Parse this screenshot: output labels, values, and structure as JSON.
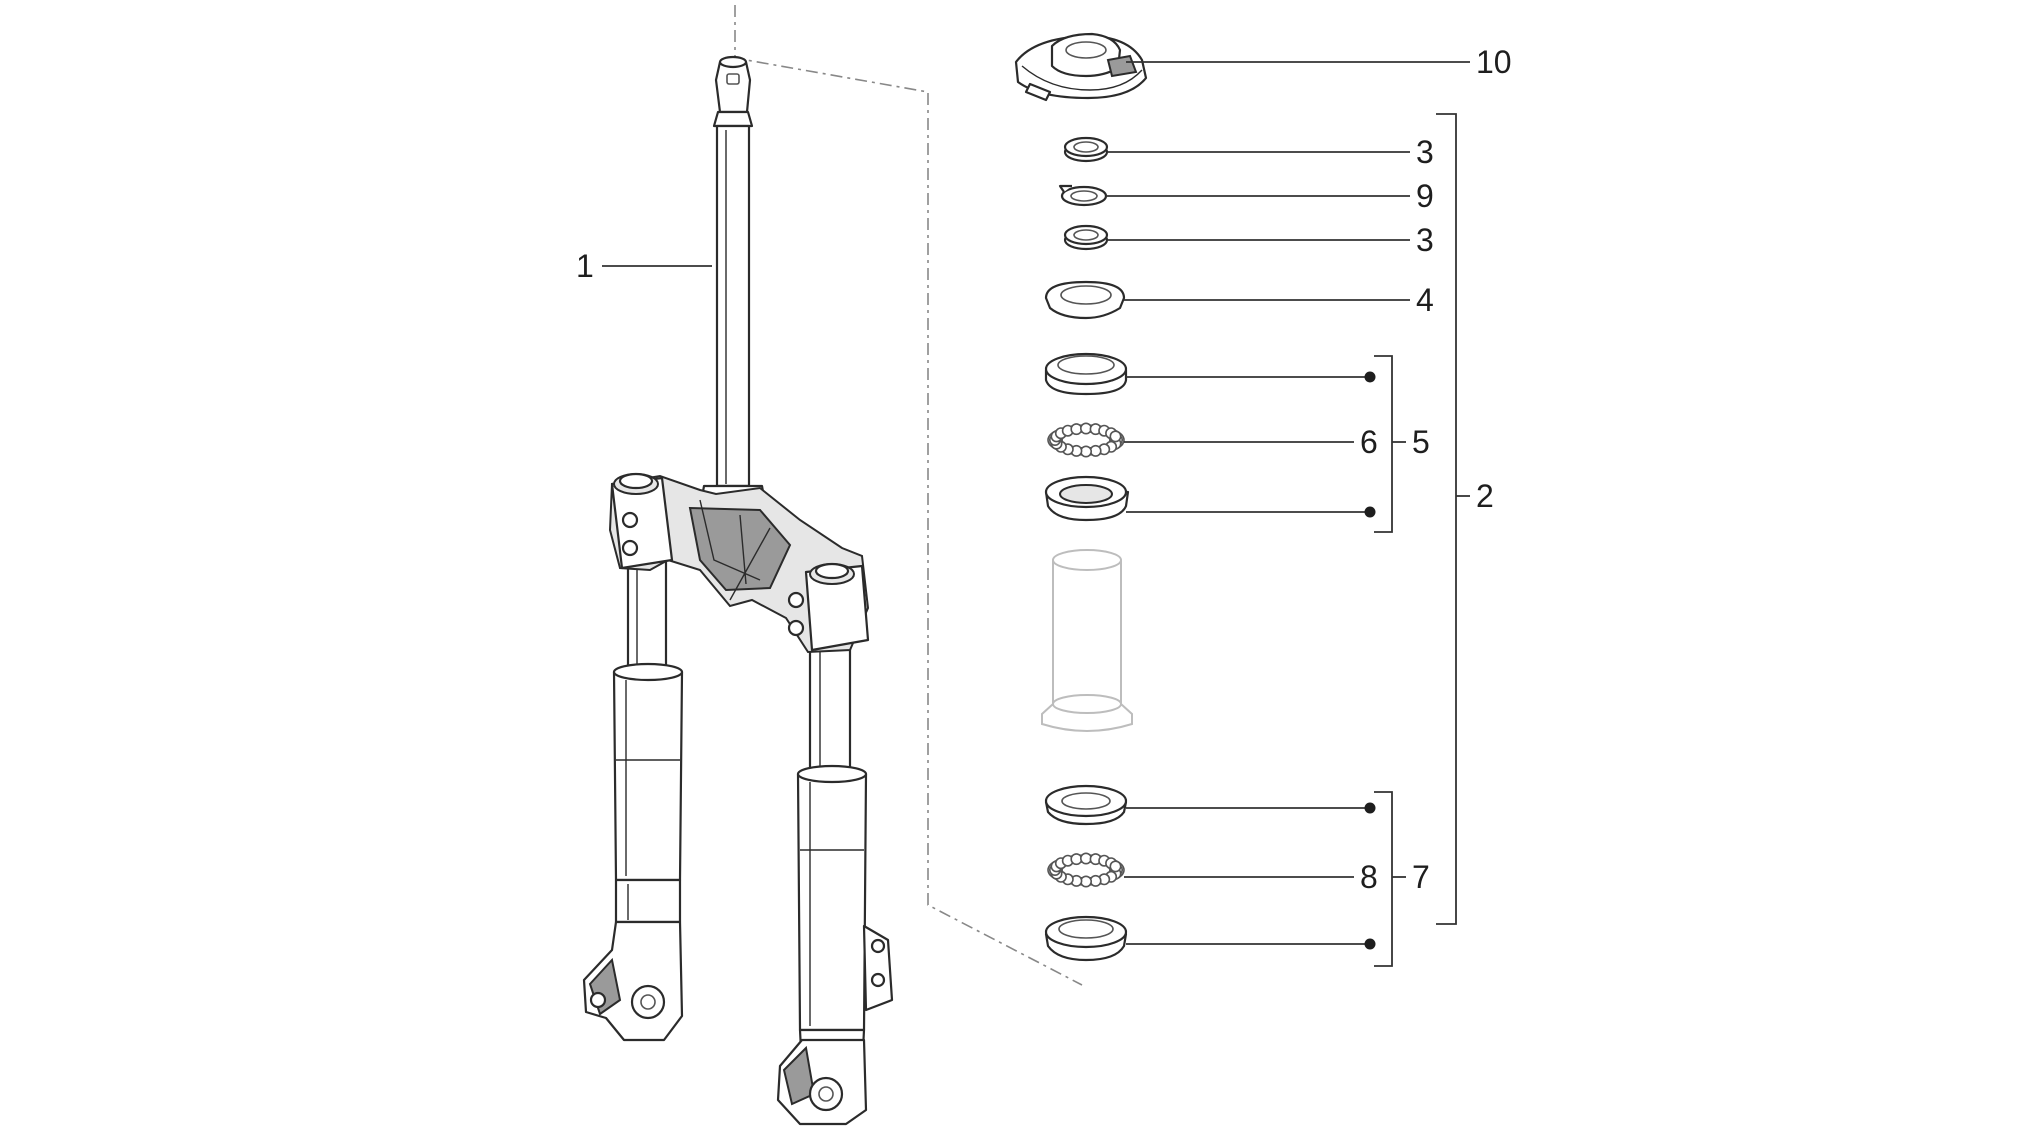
{
  "callouts": {
    "fork": "1",
    "steering_kit": "2",
    "ring_nut_upper": "3",
    "tab_washer": "9",
    "ring_nut_lower": "3",
    "dust_cover": "4",
    "upper_bearing_balls": "6",
    "upper_bearing_assembly": "5",
    "lower_bearing_balls": "8",
    "lower_bearing_assembly": "7",
    "top_cover": "10"
  },
  "colors": {
    "line": "#2b2b2b",
    "text": "#1e1e1e",
    "ghost": "#bdbdbd",
    "background": "#ffffff"
  }
}
